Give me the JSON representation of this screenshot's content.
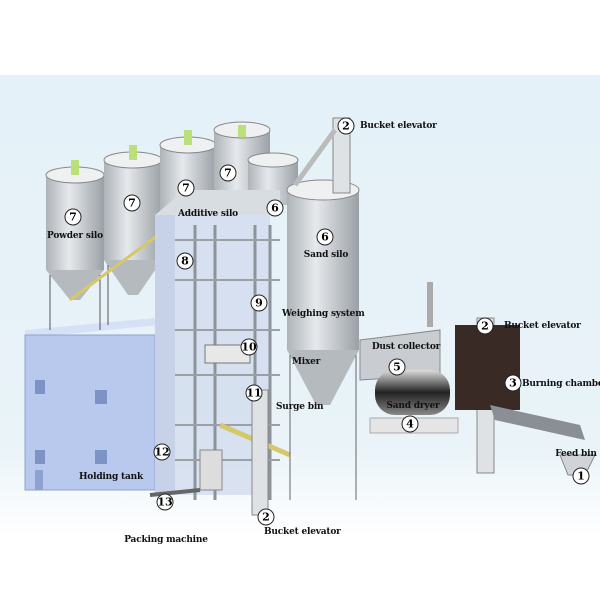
{
  "colors": {
    "background_sky": "#dfeef6",
    "silo": "#d4d8dc",
    "building": "#b9c9ee",
    "burning_chamber": "#3a2a26",
    "leader": "#e6d88a",
    "silo_top": "#b9e07a"
  },
  "callouts": [
    {
      "id": "bucket-elevator-top",
      "number": "2",
      "label": "Bucket elevator"
    },
    {
      "id": "powder-silo-1",
      "number": "7",
      "label": "Powder silo"
    },
    {
      "id": "powder-silo-2",
      "number": "7",
      "label": ""
    },
    {
      "id": "powder-silo-3",
      "number": "7",
      "label": ""
    },
    {
      "id": "powder-silo-4",
      "number": "7",
      "label": ""
    },
    {
      "id": "sand-silo-small",
      "number": "6",
      "label": ""
    },
    {
      "id": "sand-silo",
      "number": "6",
      "label": "Sand silo"
    },
    {
      "id": "additive-silo",
      "number": "8",
      "label": "Additive silo"
    },
    {
      "id": "weighing-system",
      "number": "9",
      "label": "Weighing system"
    },
    {
      "id": "mixer",
      "number": "10",
      "label": "Mixer"
    },
    {
      "id": "surge-bin",
      "number": "11",
      "label": "Surge bin"
    },
    {
      "id": "dust-collector",
      "number": "5",
      "label": "Dust collector"
    },
    {
      "id": "sand-dryer",
      "number": "4",
      "label": "Sand dryer"
    },
    {
      "id": "bucket-elevator-right",
      "number": "2",
      "label": "Bucket elevator"
    },
    {
      "id": "burning-chamber",
      "number": "3",
      "label": "Burning chamber"
    },
    {
      "id": "feed-bin",
      "number": "1",
      "label": "Feed bin"
    },
    {
      "id": "holding-tank",
      "number": "12",
      "label": "Holding tank"
    },
    {
      "id": "packing-machine",
      "number": "13",
      "label": "Packing machine"
    },
    {
      "id": "bucket-elevator-bottom",
      "number": "2",
      "label": "Bucket elevator"
    }
  ]
}
